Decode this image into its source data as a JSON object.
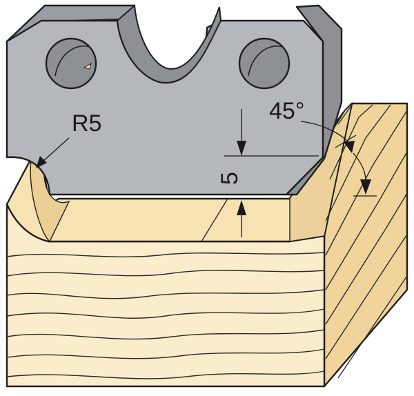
{
  "diagram": {
    "labels": {
      "radius": "R5",
      "angle": "45°",
      "depth": "5"
    },
    "colors": {
      "knife_fill": "#b4b7bb",
      "knife_shadow": "#8d9095",
      "wood_top": "#f6e2b2",
      "wood_front": "#fbeccc",
      "wood_side": "#f0d49c",
      "outline": "#1e1e1e"
    }
  }
}
